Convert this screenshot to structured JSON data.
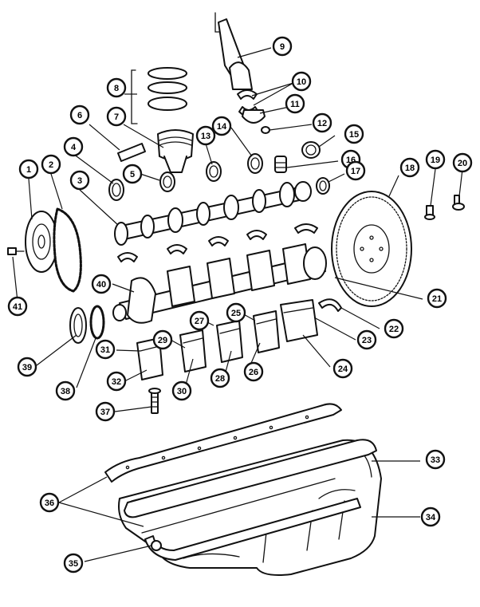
{
  "diagram": {
    "colors": {
      "ink": "#111111",
      "background": "#ffffff"
    },
    "callouts": [
      {
        "number": "1"
      },
      {
        "number": "2"
      },
      {
        "number": "3"
      },
      {
        "number": "4"
      },
      {
        "number": "5"
      },
      {
        "number": "6"
      },
      {
        "number": "7"
      },
      {
        "number": "8"
      },
      {
        "number": "9"
      },
      {
        "number": "10"
      },
      {
        "number": "11"
      },
      {
        "number": "12"
      },
      {
        "number": "13"
      },
      {
        "number": "14"
      },
      {
        "number": "15"
      },
      {
        "number": "16"
      },
      {
        "number": "17"
      },
      {
        "number": "18"
      },
      {
        "number": "19"
      },
      {
        "number": "20"
      },
      {
        "number": "21"
      },
      {
        "number": "22"
      },
      {
        "number": "23"
      },
      {
        "number": "24"
      },
      {
        "number": "25"
      },
      {
        "number": "26"
      },
      {
        "number": "27"
      },
      {
        "number": "28"
      },
      {
        "number": "29"
      },
      {
        "number": "30"
      },
      {
        "number": "31"
      },
      {
        "number": "32"
      },
      {
        "number": "33"
      },
      {
        "number": "34"
      },
      {
        "number": "35"
      },
      {
        "number": "36"
      },
      {
        "number": "37"
      },
      {
        "number": "38"
      },
      {
        "number": "39"
      },
      {
        "number": "40"
      },
      {
        "number": "41"
      }
    ]
  }
}
